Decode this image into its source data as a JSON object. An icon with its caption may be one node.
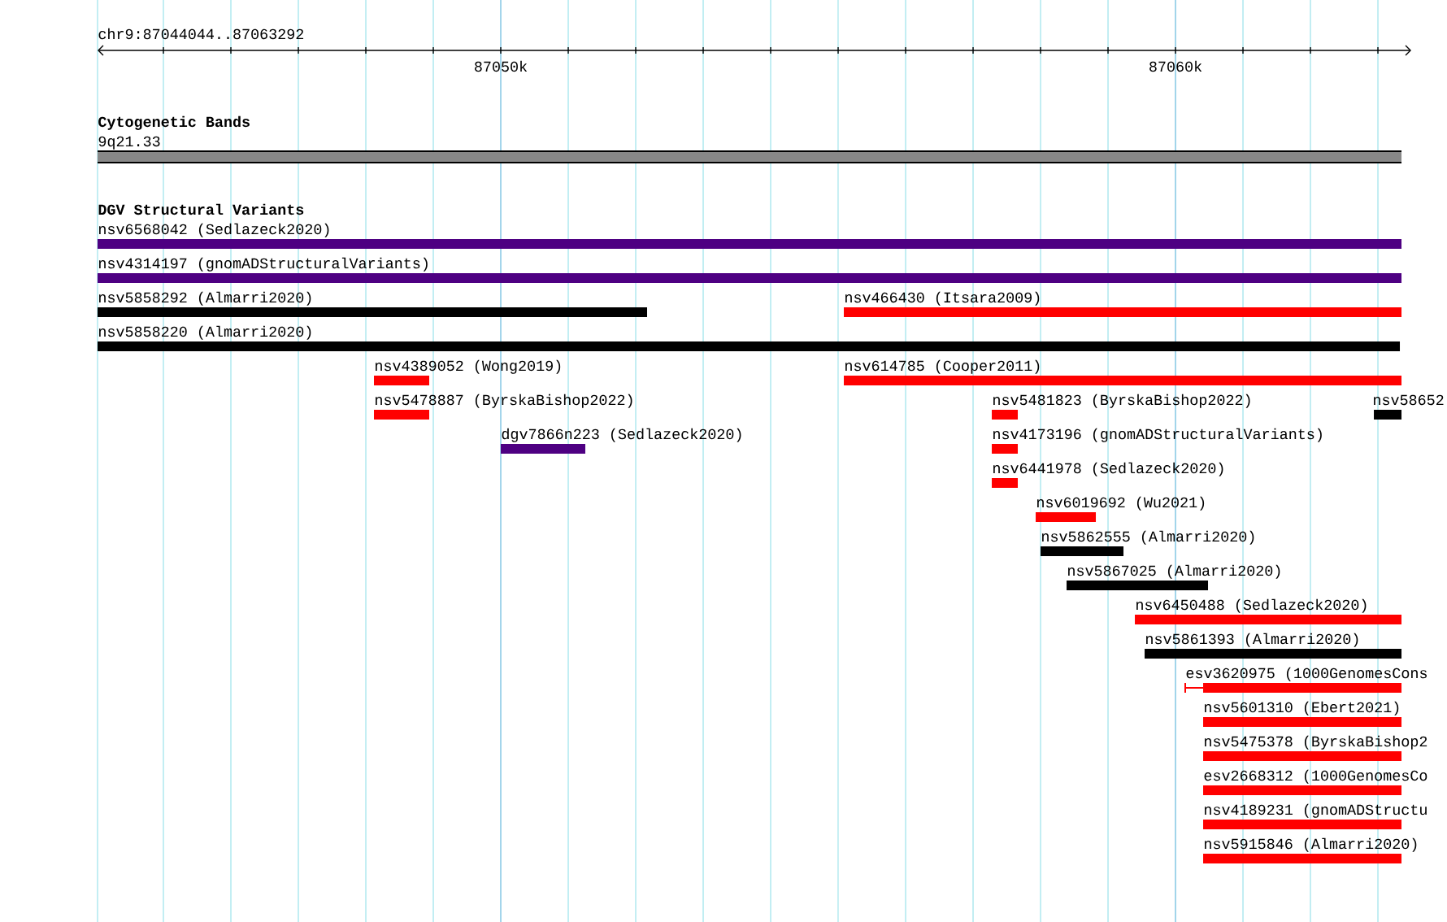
{
  "diagram": {
    "nodes": [
      {
        "text": [
          "9q21.33"
        ]
      },
      {
        "text": [
          "nsv6568042 (Sedlazeck2020)"
        ]
      },
      {
        "text": [
          "nsv4314197 (gnomADStructuralVariants)"
        ]
      },
      {
        "text": [
          "nsv5858292 (Almarri2020)"
        ]
      },
      {
        "text": [
          "nsv466430 (Itsara2009)"
        ]
      },
      {
        "text": [
          "nsv5858220 (Almarri2020)"
        ]
      },
      {
        "text": [
          "nsv4389052 (Wong2019)"
        ]
      },
      {
        "text": [
          "nsv614785 (Cooper2011)"
        ]
      },
      {
        "text": [
          "nsv5478887 (ByrskaBishop2022)"
        ]
      },
      {
        "text": [
          "nsv5481823 (ByrskaBishop2022)"
        ]
      },
      {
        "text": [
          "nsv58652"
        ]
      },
      {
        "text": [
          "dgv7866n223 (Sedlazeck2020)"
        ]
      },
      {
        "text": [
          "nsv4173196 (gnomADStructuralVariants)"
        ]
      },
      {
        "text": [
          "nsv6441978 (Sedlazeck2020)"
        ]
      },
      {
        "text": [
          "nsv6019692 (Wu2021)"
        ]
      },
      {
        "text": [
          "nsv5862555 (Almarri2020)"
        ]
      },
      {
        "text": [
          "nsv5867025 (Almarri2020)"
        ]
      },
      {
        "text": [
          "nsv6450488 (Sedlazeck2020)"
        ]
      },
      {
        "text": [
          "nsv5861393 (Almarri2020)"
        ]
      },
      {
        "text": [
          "esv3620975 (1000GenomesCons"
        ]
      },
      {
        "text": [
          "nsv5601310 (Ebert2021)"
        ]
      },
      {
        "text": [
          "nsv5475378 (ByrskaBishop2"
        ]
      },
      {
        "text": [
          "esv2668312 (1000GenomesCo"
        ]
      },
      {
        "text": [
          "nsv4189231 (gnomADStructu"
        ]
      },
      {
        "text": [
          "nsv5915846 (Almarri2020)"
        ]
      }
    ],
    "labels": [
      "chr9:87044044..87063292",
      "87050k",
      "87060k",
      "Cytogenetic Bands",
      "DGV Structural Variants"
    ]
  }
}
